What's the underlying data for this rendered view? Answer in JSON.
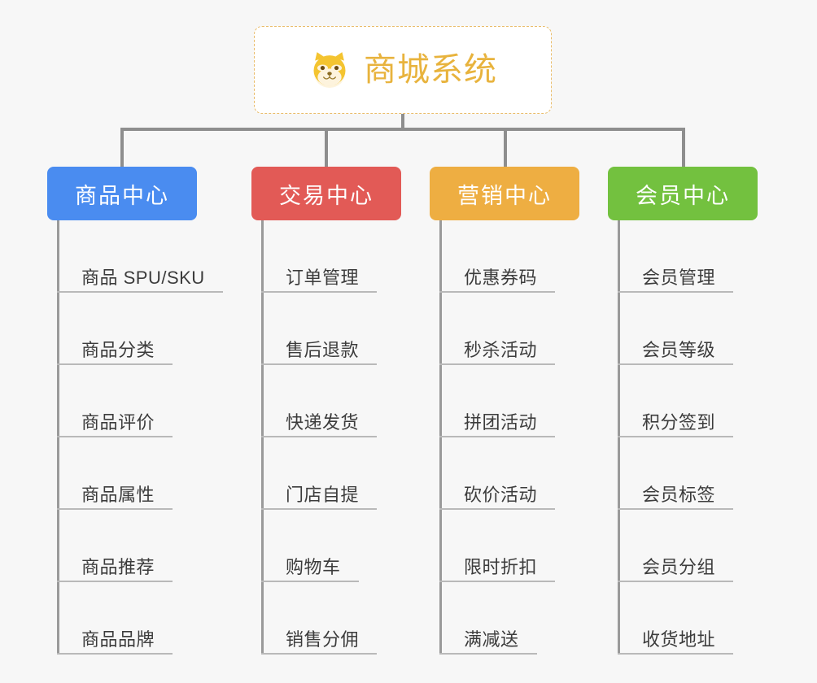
{
  "background_color": "#f7f7f7",
  "root": {
    "title": "商城系统",
    "icon": "shiba-dog-face-icon",
    "title_color": "#e8b33d",
    "border_color": "#e9bc6a"
  },
  "columns": [
    {
      "header": "商品中心",
      "color": "#4a8cf0",
      "items": [
        "商品 SPU/SKU",
        "商品分类",
        "商品评价",
        "商品属性",
        "商品推荐",
        "商品品牌"
      ]
    },
    {
      "header": "交易中心",
      "color": "#e25a56",
      "items": [
        "订单管理",
        "售后退款",
        "快递发货",
        "门店自提",
        "购物车",
        "销售分佣"
      ]
    },
    {
      "header": "营销中心",
      "color": "#eeae42",
      "items": [
        "优惠券码",
        "秒杀活动",
        "拼团活动",
        "砍价活动",
        "限时折扣",
        "满减送"
      ]
    },
    {
      "header": "会员中心",
      "color": "#73c13f",
      "items": [
        "会员管理",
        "会员等级",
        "积分签到",
        "会员标签",
        "会员分组",
        "收货地址"
      ]
    }
  ],
  "connector_color": "#8e8e8e",
  "trunk_color": "#9a9a9a",
  "rule_color": "#b9b9b9"
}
